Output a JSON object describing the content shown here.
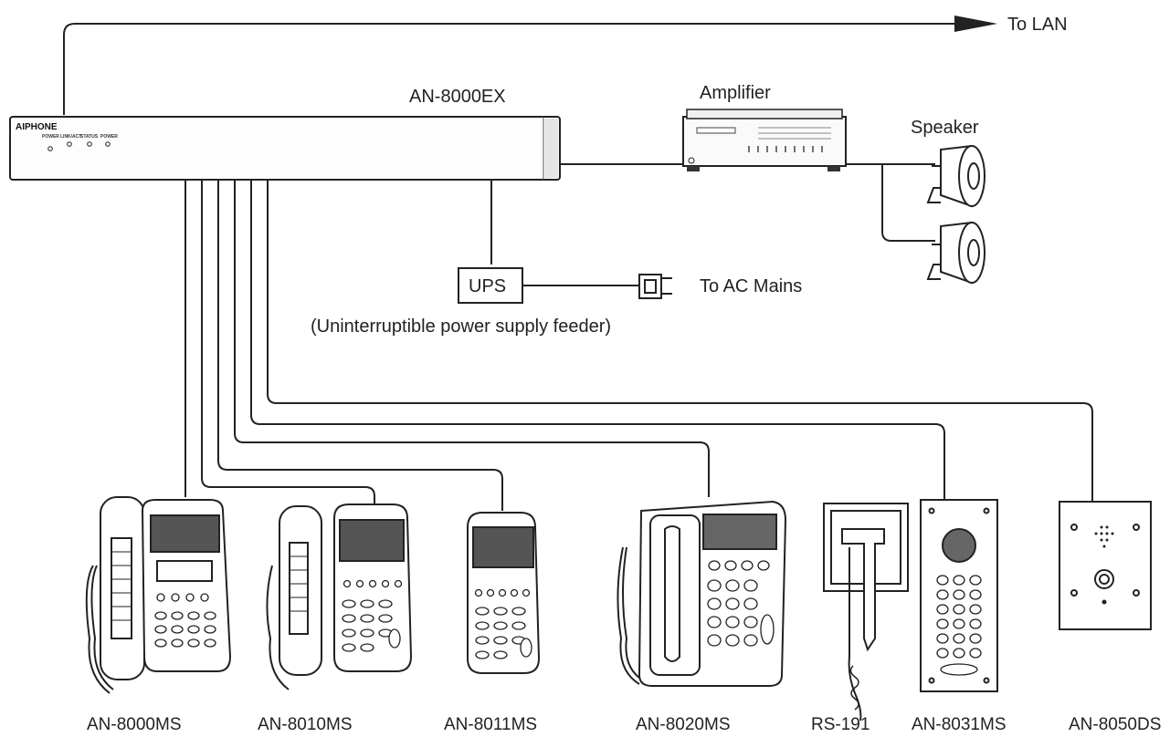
{
  "labels": {
    "to_lan": "To LAN",
    "exchange": "AN-8000EX",
    "amplifier": "Amplifier",
    "speaker": "Speaker",
    "ups": "UPS",
    "ups_caption": "(Uninterruptible power supply feeder)",
    "ac_mains": "To AC Mains"
  },
  "exchange_panel": {
    "brand": "AIPHONE",
    "indicators": [
      "POWER",
      "LINK/ACT",
      "STATUS",
      "POWER"
    ]
  },
  "stations": [
    {
      "model": "AN-8000MS"
    },
    {
      "model": "AN-8010MS"
    },
    {
      "model": "AN-8011MS"
    },
    {
      "model": "AN-8020MS"
    },
    {
      "model": "RS-191"
    },
    {
      "model": "AN-8031MS"
    },
    {
      "model": "AN-8050DS"
    }
  ]
}
